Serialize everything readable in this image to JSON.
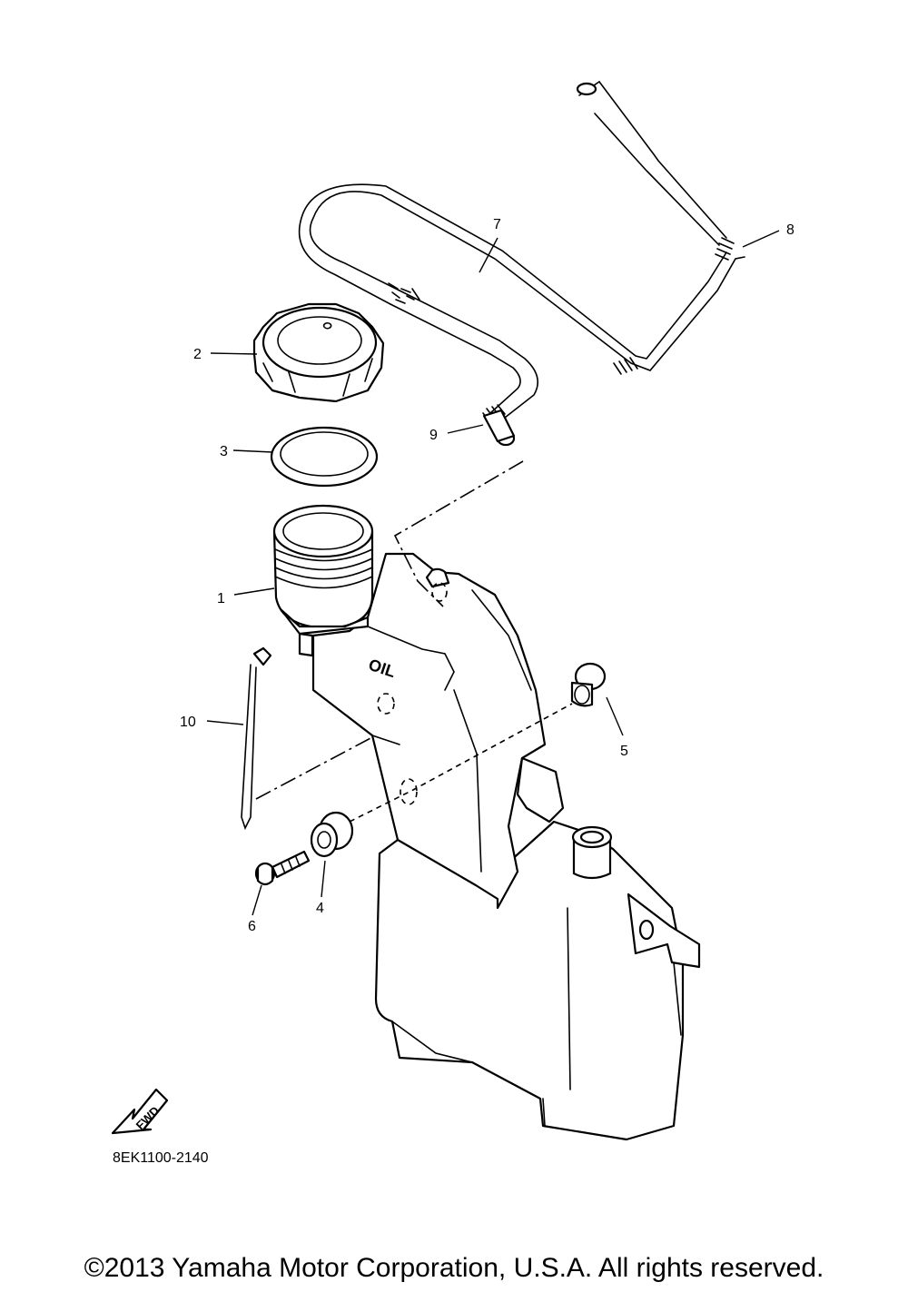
{
  "diagram": {
    "part_code": "8EK1100-2140",
    "fwd_label": "FWD",
    "tank_label": "OIL",
    "callouts": {
      "c1": "1",
      "c2": "2",
      "c3": "3",
      "c4": "4",
      "c5": "5",
      "c6": "6",
      "c7": "7",
      "c8": "8",
      "c9": "9",
      "c10": "10"
    }
  },
  "footer": {
    "copyright": "©2013 Yamaha Motor Corporation, U.S.A. All rights reserved."
  }
}
